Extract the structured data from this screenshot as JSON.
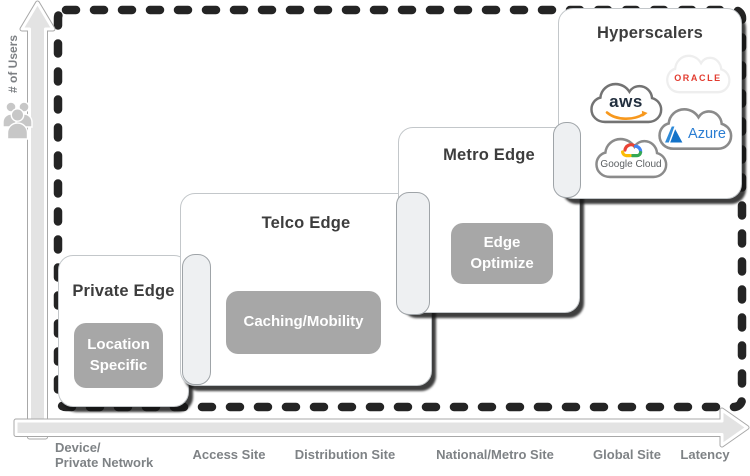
{
  "y_axis": {
    "label": "# of Users",
    "icon": "users-group-icon"
  },
  "x_axis": {
    "site_labels": {
      "device_line1": "Device/",
      "device_line2": "Private Network",
      "access": "Access Site",
      "distribution": "Distribution Site",
      "national": "National/Metro Site",
      "global": "Global Site"
    },
    "axis_label": "Latency"
  },
  "tiers": {
    "private": {
      "title": "Private Edge",
      "pill": "Location Specific"
    },
    "telco": {
      "title": "Telco Edge",
      "pill": "Caching/Mobility"
    },
    "metro": {
      "title": "Metro Edge",
      "pill": "Edge Optimize"
    },
    "hyperscalers": {
      "title": "Hyperscalers",
      "providers": {
        "aws": "aws",
        "oracle": "ORACLE",
        "azure": "Azure",
        "google": "Google Cloud"
      }
    }
  },
  "colors": {
    "dash_border": "#242424",
    "pill_bg": "#a7a7a7",
    "title_text": "#3d3d3d",
    "axis_label_text": "#5a5f64",
    "arrow_fill": "#e3e3e3",
    "aws_orange": "#f7981d",
    "aws_text": "#222f3e",
    "oracle_red": "#e23c30",
    "azure_blue": "#1272c8",
    "google_blue": "#4285F4",
    "google_red": "#EA4335",
    "google_yellow": "#FBBC05",
    "google_green": "#34A853"
  }
}
